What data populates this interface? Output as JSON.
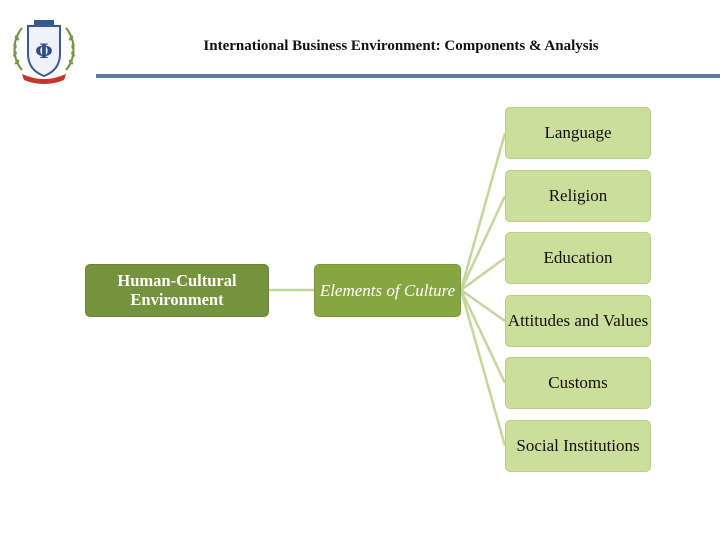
{
  "header": {
    "title": "International Business Environment: Components & Analysis",
    "logo": "university-crest-icon"
  },
  "diagram": {
    "root": "Human-Cultural Environment",
    "middle": "Elements of Culture",
    "leaves": [
      "Language",
      "Religion",
      "Education",
      "Attitudes and Values",
      "Customs",
      "Social Institutions"
    ]
  },
  "colors": {
    "root_fill": "#76923c",
    "middle_fill": "#87a540",
    "leaf_fill": "#cadf9b",
    "connector": "#c3d69b",
    "rule": "#5d7ca0"
  }
}
